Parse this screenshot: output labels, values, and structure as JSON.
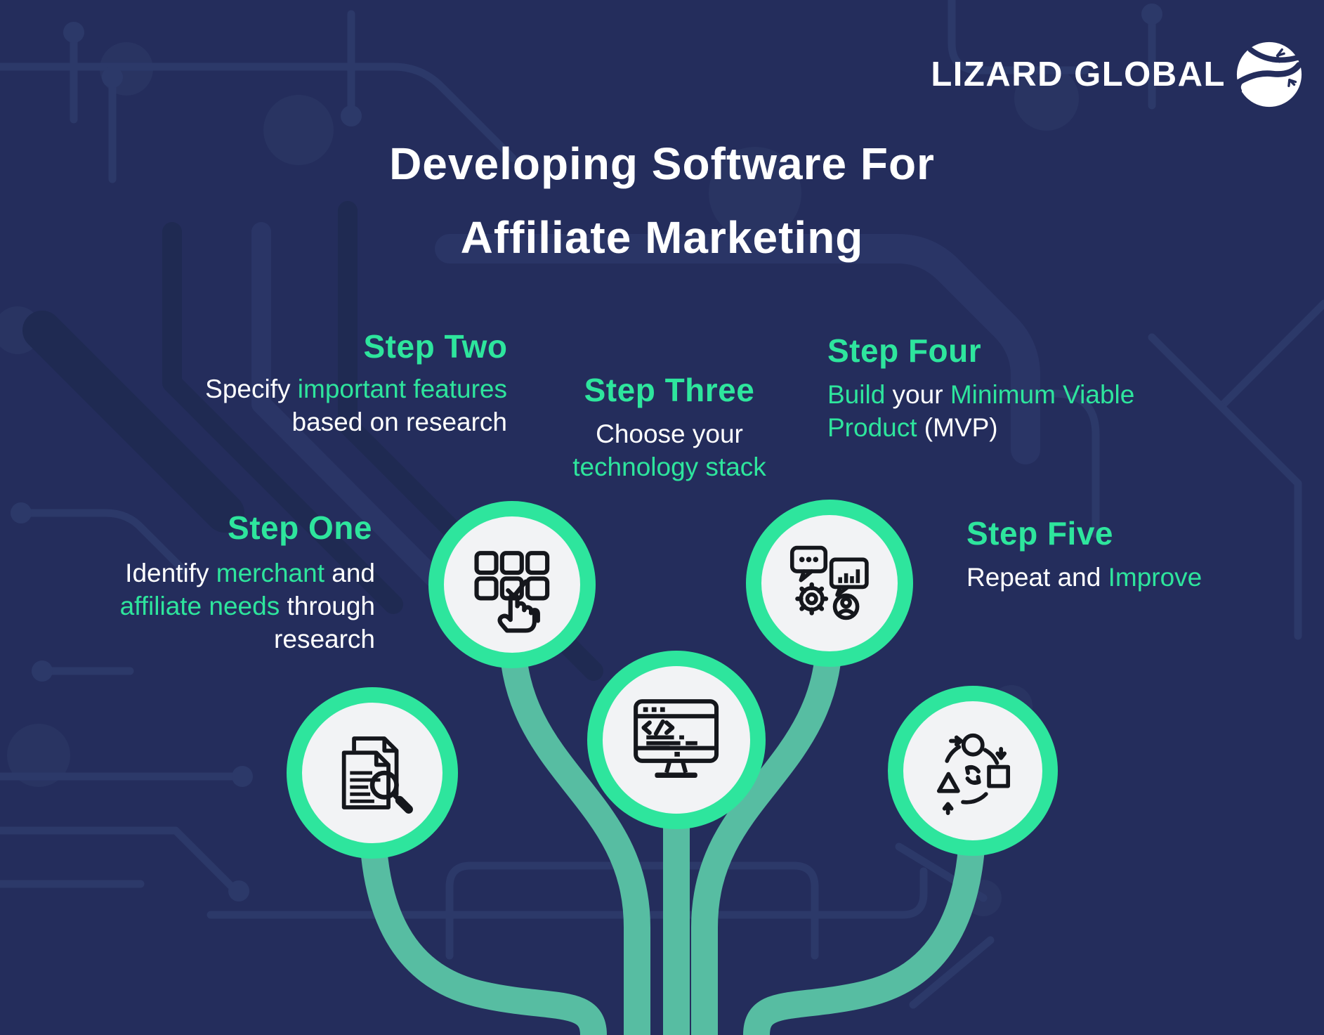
{
  "brand": {
    "name": "LIZARD GLOBAL"
  },
  "title": {
    "line1": "Developing Software For",
    "line2": "Affiliate Marketing"
  },
  "colors": {
    "background": "#242d5c",
    "accent_green": "#2ee59d",
    "stem_green": "#57bda2",
    "circle_fill": "#f2f3f5",
    "icon_stroke": "#15171c",
    "text_white": "#ffffff",
    "trace_blue": "#2c3969",
    "trace_dark": "#1e2950"
  },
  "steps": [
    {
      "title": "Step One",
      "icon": "document-search-icon",
      "lines": [
        [
          {
            "t": "Identify ",
            "green": false
          },
          {
            "t": "merchant",
            "green": true
          },
          {
            "t": " and",
            "green": false
          }
        ],
        [
          {
            "t": "affiliate needs",
            "green": true
          },
          {
            "t": " through",
            "green": false
          }
        ],
        [
          {
            "t": "research",
            "green": false
          }
        ]
      ]
    },
    {
      "title": "Step Two",
      "icon": "checkbox-grid-hand-icon",
      "lines": [
        [
          {
            "t": "Specify ",
            "green": false
          },
          {
            "t": "important features",
            "green": true
          }
        ],
        [
          {
            "t": "based on research",
            "green": false
          }
        ]
      ]
    },
    {
      "title": "Step Three",
      "icon": "code-monitor-icon",
      "lines": [
        [
          {
            "t": "Choose your",
            "green": false
          }
        ],
        [
          {
            "t": "technology stack",
            "green": true
          }
        ]
      ]
    },
    {
      "title": "Step Four",
      "icon": "gear-communication-icon",
      "lines": [
        [
          {
            "t": "Build",
            "green": true
          },
          {
            "t": " your ",
            "green": false
          },
          {
            "t": "Minimum Viable",
            "green": true
          }
        ],
        [
          {
            "t": "Product",
            "green": true
          },
          {
            "t": " (MVP)",
            "green": false
          }
        ]
      ]
    },
    {
      "title": "Step Five",
      "icon": "iteration-cycle-icon",
      "lines": [
        [
          {
            "t": "Repeat and ",
            "green": false
          },
          {
            "t": "Improve",
            "green": true
          }
        ]
      ]
    }
  ]
}
